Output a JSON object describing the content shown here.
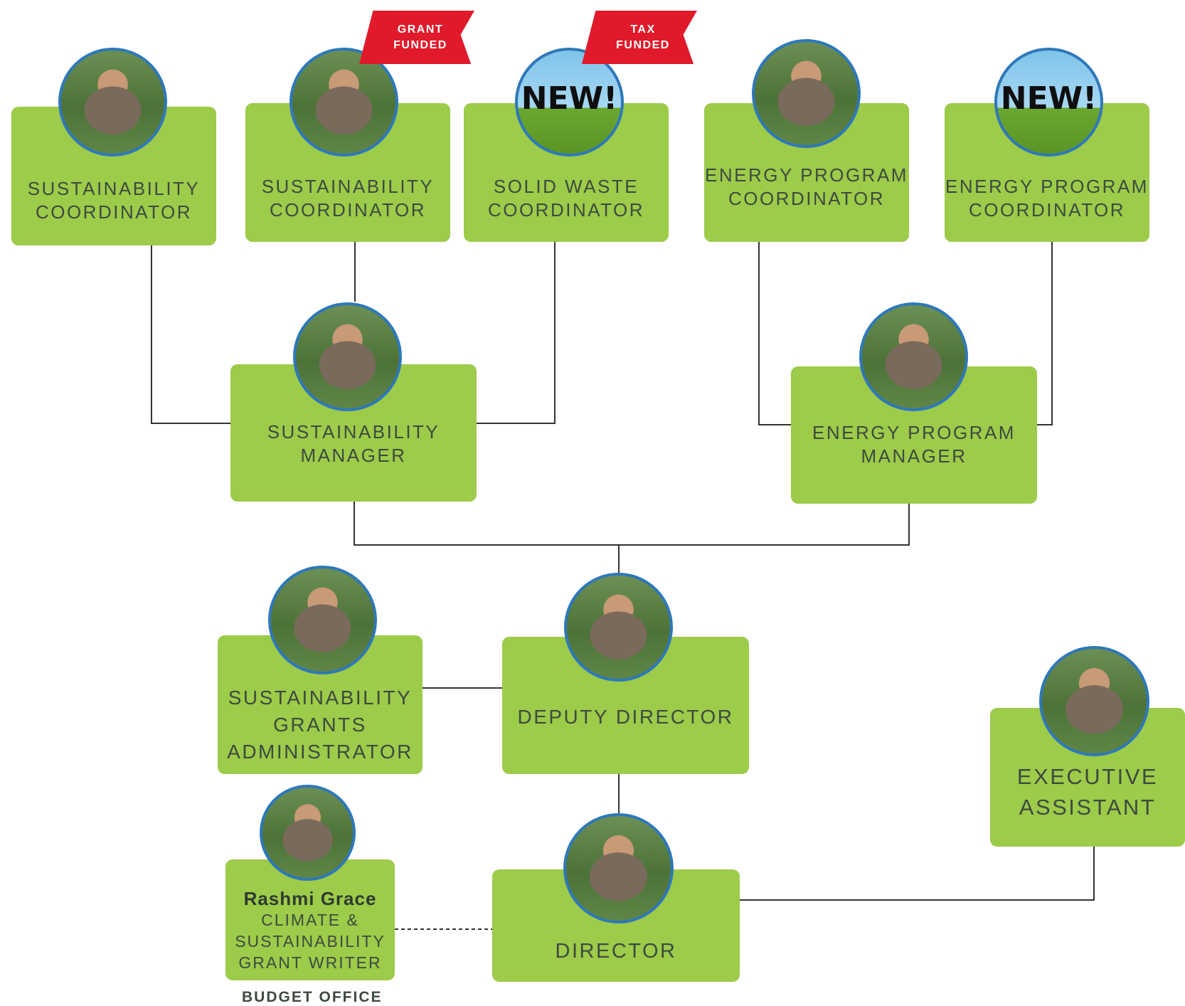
{
  "colors": {
    "box_fill": "#9dcb4a",
    "photo_ring": "#2e78b9",
    "flag_red": "#e01a2a",
    "text": "#3d4a3f",
    "line": "#333333"
  },
  "badges": {
    "grant_funded": [
      "GRANT",
      "FUNDED"
    ],
    "tax_funded": [
      "TAX",
      "FUNDED"
    ],
    "new": "NEW!"
  },
  "roles": {
    "sustainability_coordinator_1": [
      "SUSTAINABILITY",
      "COORDINATOR"
    ],
    "sustainability_coordinator_2": [
      "SUSTAINABILITY",
      "COORDINATOR"
    ],
    "solid_waste_coordinator": [
      "SOLID WASTE",
      "COORDINATOR"
    ],
    "energy_program_coordinator_1": [
      "ENERGY PROGRAM",
      "COORDINATOR"
    ],
    "energy_program_coordinator_2": [
      "ENERGY PROGRAM",
      "COORDINATOR"
    ],
    "sustainability_manager": [
      "SUSTAINABILITY",
      "MANAGER"
    ],
    "energy_program_manager": [
      "ENERGY PROGRAM",
      "MANAGER"
    ],
    "sustainability_grants_administrator": [
      "SUSTAINABILITY",
      "GRANTS",
      "ADMINISTRATOR"
    ],
    "deputy_director": [
      "DEPUTY DIRECTOR"
    ],
    "executive_assistant": [
      "EXECUTIVE",
      "ASSISTANT"
    ],
    "grant_writer": {
      "name": "Rashmi Grace",
      "title": [
        "CLIMATE &",
        "SUSTAINABILITY",
        "GRANT WRITER"
      ]
    },
    "director": [
      "DIRECTOR"
    ]
  },
  "budget_office": "BUDGET OFFICE"
}
